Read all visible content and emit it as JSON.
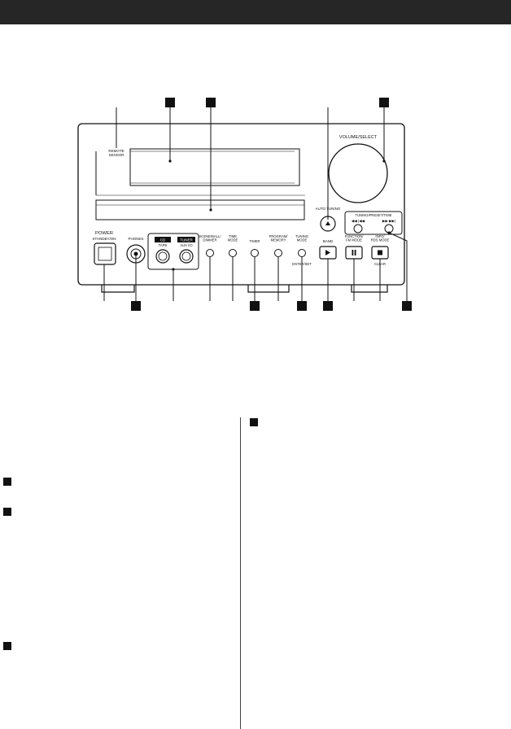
{
  "panel": {
    "remote_sensor": "REMOTE\nSENSOR",
    "volume_select": "VOLUME/SELECT",
    "auto_tuning": "AUTO TUNING",
    "tuning_preset_time": "TUNING/PRESET/TIME",
    "power": "POWER",
    "standby_on": "STANDBY/ON",
    "phones": "PHONES",
    "cd": "CD",
    "tuner": "TUNER",
    "tape": "TAPE",
    "aux_io": "AUX I/O",
    "scene_ball_dimmer": "SCENE/BALL/\nDIMMER",
    "time_mode": "TIME\nMODE",
    "timer": "TIMER",
    "program_memory": "PROGRAM/\nMEMORY",
    "tuning_mode": "TUNING\nMODE",
    "enter_set": "ENTER/SET",
    "band": "BAND",
    "function_fm_mode": "FUNCTION/\nFM MODE",
    "info_rds_mode": "INFO/\nRDS MODE",
    "clear": "CLEAR"
  }
}
